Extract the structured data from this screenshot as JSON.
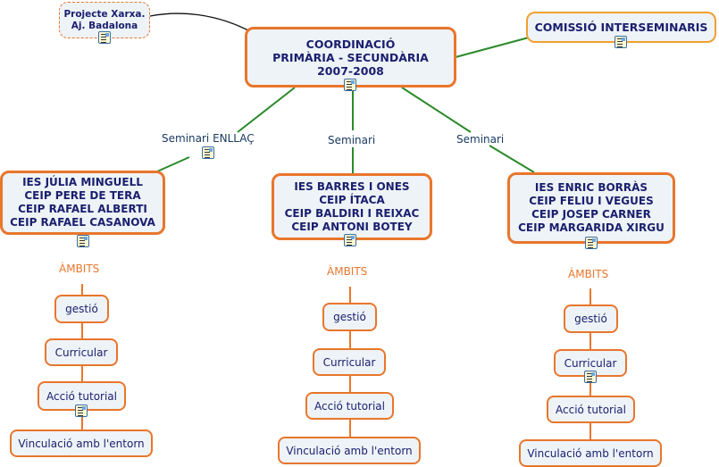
{
  "central": {
    "lines": [
      "COORDINACIÓ",
      "PRIMÀRIA - SECUNDÀRIA",
      "2007-2008"
    ]
  },
  "project": {
    "lines": [
      "Projecte Xarxa.",
      "Aj. Badalona"
    ]
  },
  "commission": {
    "label": "COMISSIÓ INTERSEMINARIS"
  },
  "seminars": [
    {
      "label": "Seminari ENLLAÇ",
      "schools": [
        "IES JÚLIA MINGUELL",
        "CEIP PERE DE TERA",
        "CEIP RAFAEL ALBERTI",
        "CEIP RAFAEL CASANOVA"
      ],
      "ambits_label": "ÀMBITS",
      "ambits": [
        "gestió",
        "Curricular",
        "Acció tutorial",
        "Vinculació amb l'entorn"
      ]
    },
    {
      "label": "Seminari",
      "schools": [
        "IES BARRES I ONES",
        "CEIP ÍTACA",
        "CEIP BALDIRI I REIXAC",
        "CEIP ANTONI BOTEY"
      ],
      "ambits_label": "ÀMBITS",
      "ambits": [
        "gestió",
        "Curricular",
        "Acció tutorial",
        "Vinculació amb l'entorn"
      ]
    },
    {
      "label": "Seminari",
      "schools": [
        "IES ENRIC BORRÀS",
        "CEIP FELIU I VEGUES",
        "CEIP JOSEP CARNER",
        "CEIP MARGARIDA XIRGU"
      ],
      "ambits_label": "ÀMBITS",
      "ambits": [
        "gestió",
        "Curricular",
        "Acció tutorial",
        "Vinculació amb l'entorn"
      ]
    }
  ],
  "colors": {
    "node_border": "#e8762c",
    "node_fill": "#eef3f7",
    "text": "#1a1f6e",
    "link_green": "#2a8a2a",
    "link_orange": "#e8762c"
  }
}
